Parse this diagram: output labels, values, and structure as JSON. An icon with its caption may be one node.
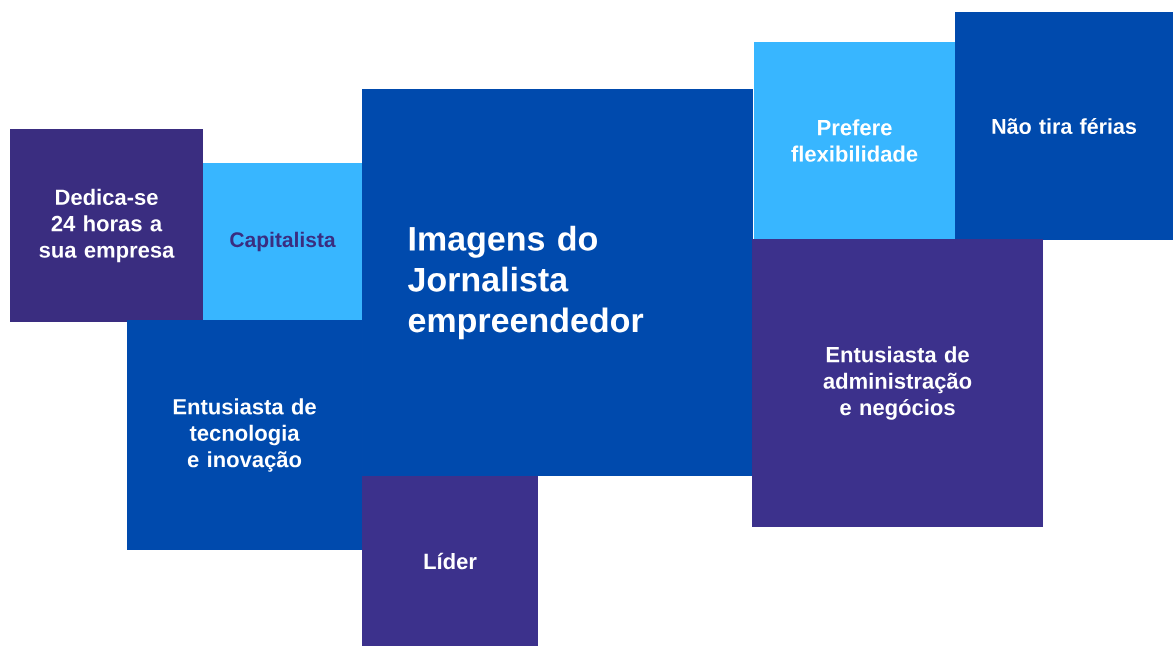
{
  "diagram": {
    "nodes": [
      {
        "text": [
          "Dedica-se 24 horas a sua empresa"
        ]
      },
      {
        "text": [
          "Capitalista"
        ]
      },
      {
        "text": [
          "Entusiasta de tecnologia e inovação"
        ]
      },
      {
        "text": [
          "Imagens do Jornalista empreendedor"
        ]
      },
      {
        "text": [
          "Líder"
        ]
      },
      {
        "text": [
          "Prefere flexibilidade"
        ]
      },
      {
        "text": [
          "Não tira férias"
        ]
      },
      {
        "text": [
          "Entusiasta de administração e negócios"
        ]
      }
    ]
  }
}
